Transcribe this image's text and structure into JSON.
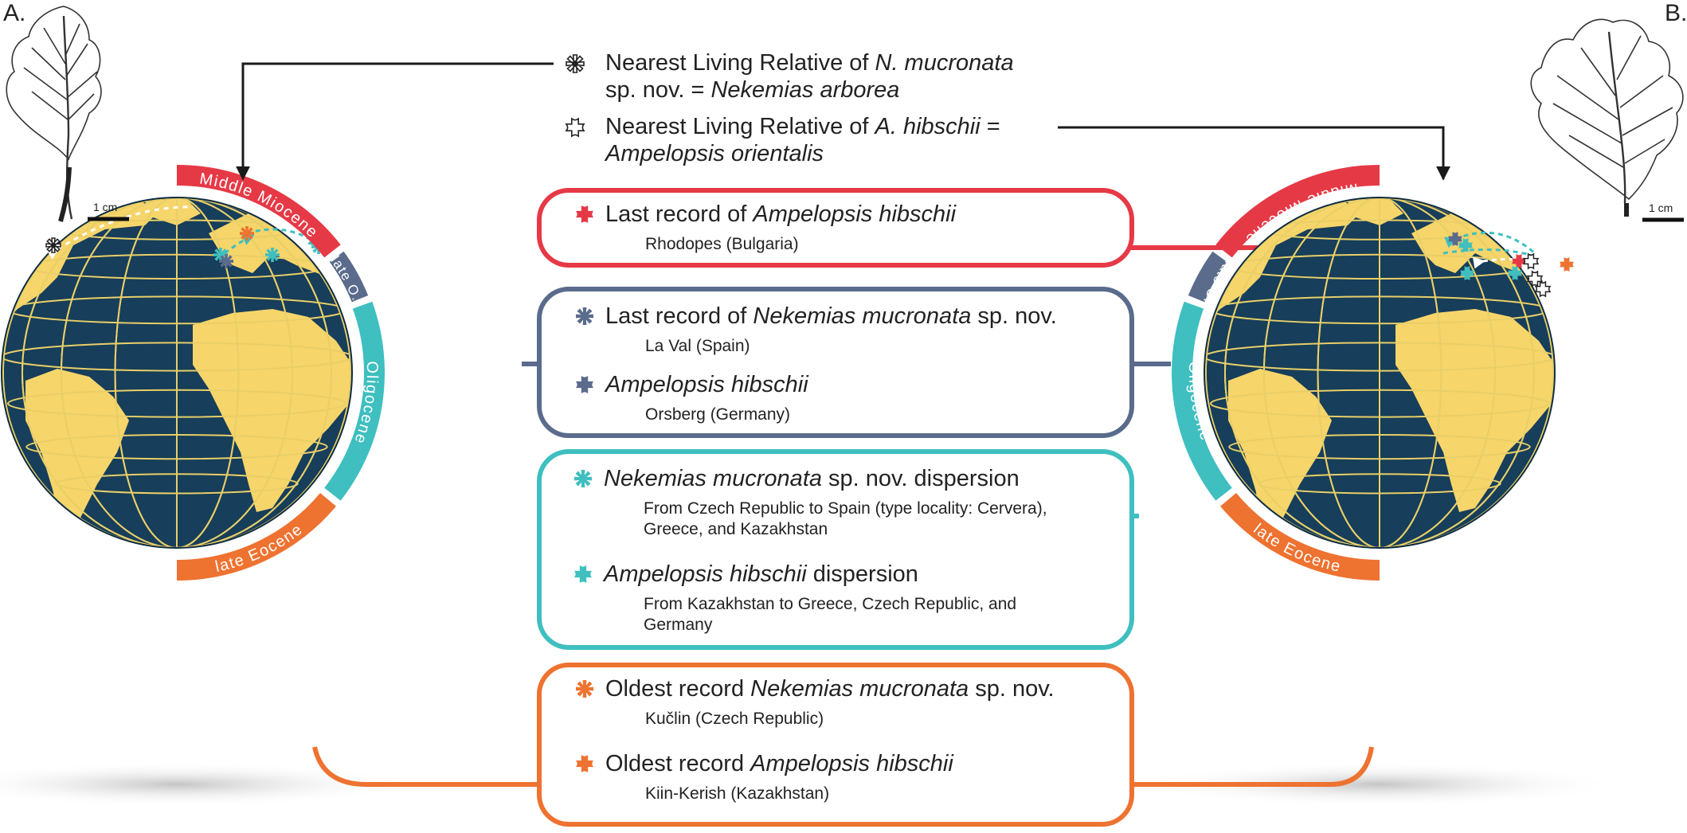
{
  "labels": {
    "panel_a": "A.",
    "panel_b": "B.",
    "scale_bar": "1 cm"
  },
  "nearest_living_relatives": [
    {
      "id": "nlr-nekemias",
      "text": "Nearest Living Relative of N. mucronata sp. nov. = Nekemias arborea",
      "line1": [
        "Nearest Living Relative of ",
        "N. mucronata"
      ],
      "line2": [
        "sp. nov. = ",
        "Nekemias arborea"
      ],
      "symbol": "nekemias-outline-asterisk-icon"
    },
    {
      "id": "nlr-ampelopsis",
      "text": "Nearest Living Relative of A. hibschii = Ampelopsis orientalis",
      "line1": [
        "Nearest Living Relative of ",
        "A. hibschii",
        " ="
      ],
      "line2": [
        "",
        "Ampelopsis orientalis"
      ],
      "symbol": "ampelopsis-outline-cross-icon"
    }
  ],
  "periods": [
    {
      "key": "middle-miocene",
      "label": "Middle Miocene",
      "color": "#e63946"
    },
    {
      "key": "late-oligocene",
      "label": "late O.",
      "color": "#5a6b8c"
    },
    {
      "key": "oligocene",
      "label": "Oligocene",
      "color": "#3fbfbf"
    },
    {
      "key": "late-eocene",
      "label": "late Eocene",
      "color": "#ee7230"
    }
  ],
  "boxes": [
    {
      "key": "middle-miocene",
      "color": "#e63946",
      "entries": [
        {
          "symbol": "cross",
          "title_plain": "Last record of ",
          "title_italic": "Ampelopsis hibschii",
          "title_tail": "",
          "location": "Rhodopes (Bulgaria)"
        }
      ]
    },
    {
      "key": "late-oligocene",
      "color": "#5a6b8c",
      "entries": [
        {
          "symbol": "asterisk",
          "title_plain": "Last record of ",
          "title_italic": "Nekemias mucronata",
          "title_tail": " sp. nov.",
          "location": "La Val (Spain)"
        },
        {
          "symbol": "cross",
          "title_plain": "",
          "title_italic": "Ampelopsis hibschii",
          "title_tail": "",
          "location": "Orsberg (Germany)"
        }
      ]
    },
    {
      "key": "oligocene",
      "color": "#3fbfbf",
      "entries": [
        {
          "symbol": "asterisk",
          "title_plain": "",
          "title_italic": "Nekemias mucronata",
          "title_tail": " sp. nov. dispersion",
          "location": "From Czech Republic to Spain (type locality: Cervera), Greece, and Kazakhstan"
        },
        {
          "symbol": "cross",
          "title_plain": "",
          "title_italic": "Ampelopsis hibschii",
          "title_tail": " dispersion",
          "location": "From Kazakhstan to Greece, Czech Republic, and Germany"
        }
      ]
    },
    {
      "key": "late-eocene",
      "color": "#ee7230",
      "entries": [
        {
          "symbol": "asterisk",
          "title_plain": "Oldest record ",
          "title_italic": "Nekemias mucronata",
          "title_tail": " sp. nov.",
          "location": "Kučlin (Czech Republic)"
        },
        {
          "symbol": "cross",
          "title_plain": "Oldest record ",
          "title_italic": "Ampelopsis hibschii",
          "title_tail": "",
          "location": "Kiin-Kerish (Kazakhstan)"
        }
      ]
    }
  ],
  "colors": {
    "ocean": "#173e5a",
    "land": "#f6d56b",
    "grid": "#e9cf68",
    "arrow": "#1a1a1a",
    "text": "#222222"
  }
}
